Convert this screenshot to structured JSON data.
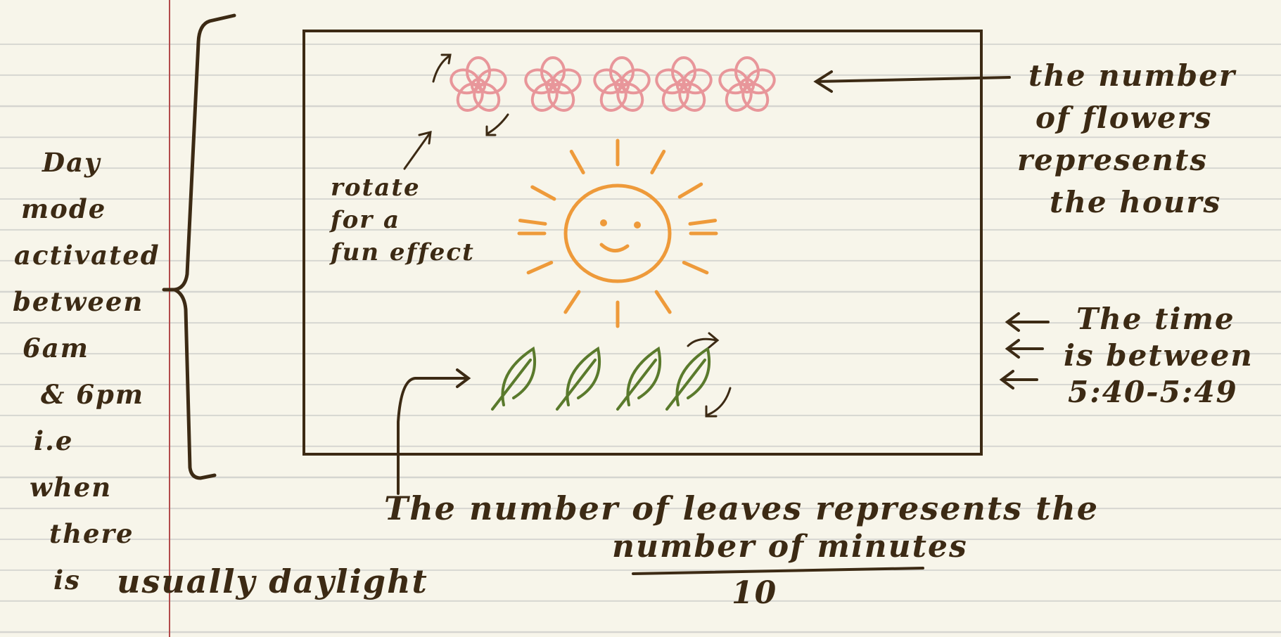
{
  "left_note": [
    "Day",
    "mode",
    "activated",
    "between",
    "6am",
    "& 6pm",
    "i.e",
    "when",
    "there",
    "is"
  ],
  "left_note_trailing": "usually daylight",
  "rotate_note": [
    "rotate",
    "for a",
    "fun effect"
  ],
  "flowers_note": [
    "the number",
    "of flowers",
    "represents",
    "the hours"
  ],
  "time_note": [
    "The time",
    "is between",
    "5:40-5:49"
  ],
  "leaves_note": "The number of leaves represents the",
  "fraction_numerator": "number of minutes",
  "fraction_denominator": "10",
  "counts": {
    "flowers": 5,
    "leaves": 4
  },
  "colors": {
    "ink": "#3c2a14",
    "flower": "#e8969a",
    "sun": "#ee9a3a",
    "leaf": "#5a7a2c",
    "margin": "#b24a4a"
  }
}
